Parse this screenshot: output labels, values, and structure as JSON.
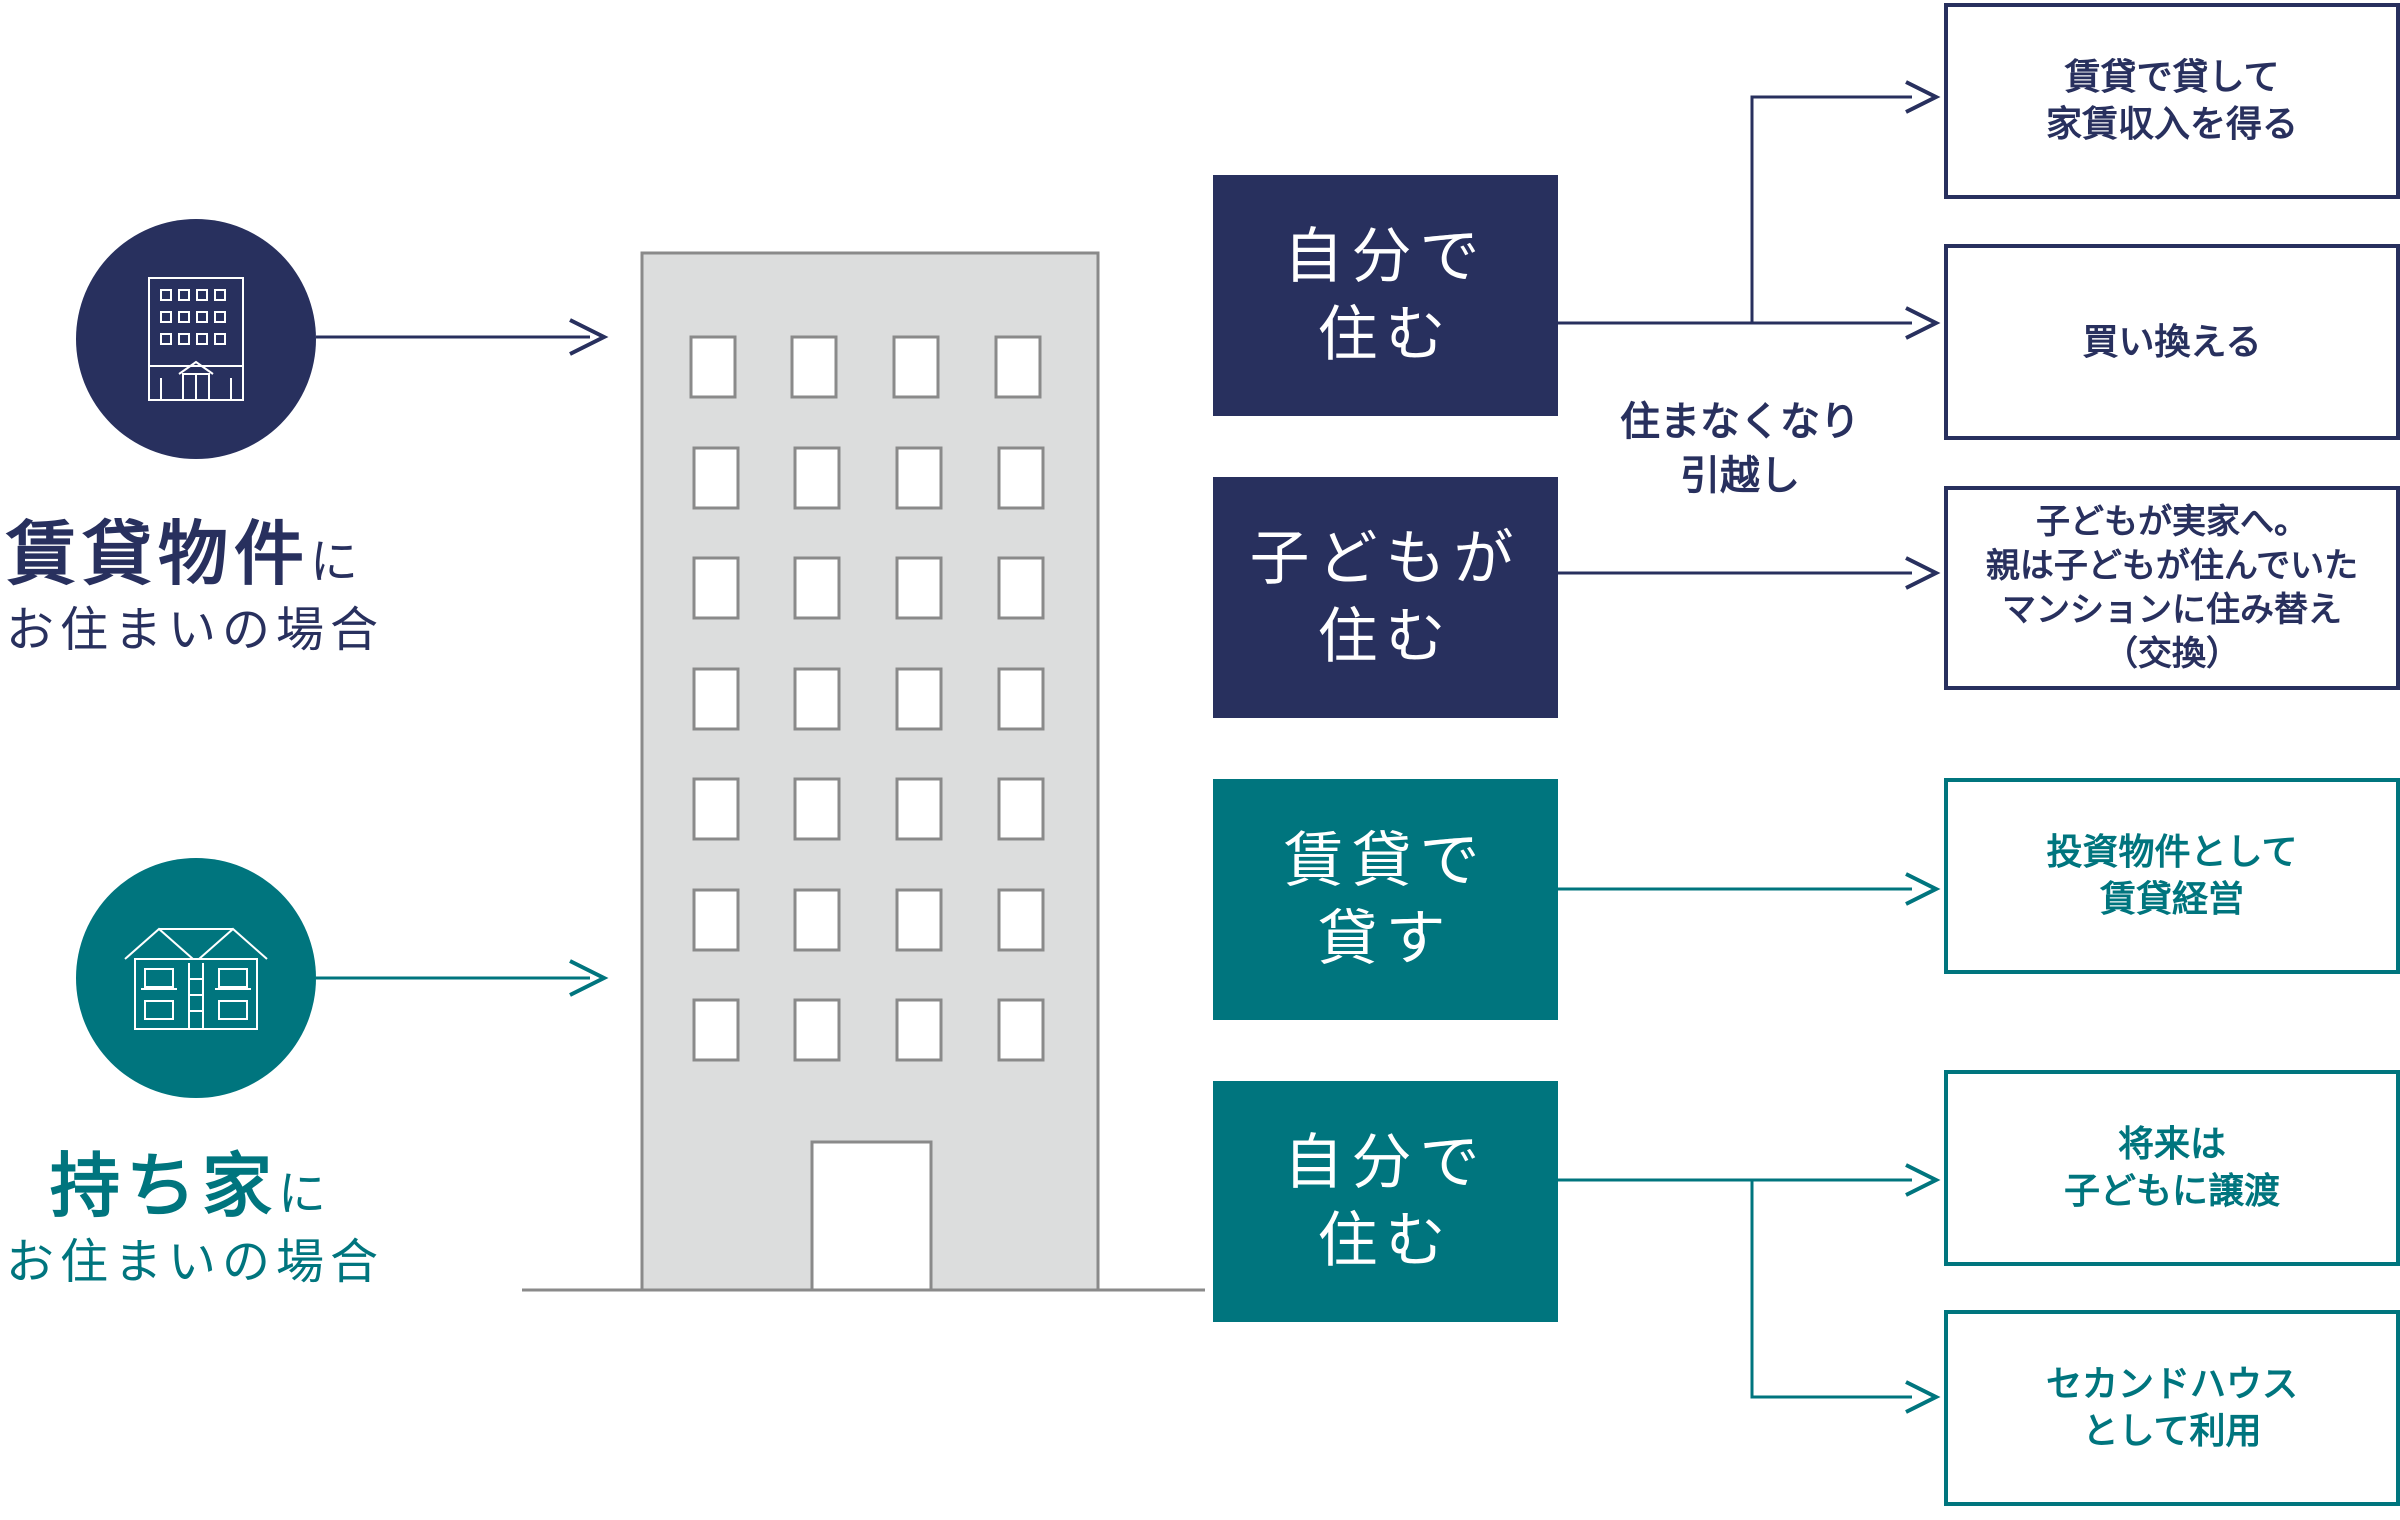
{
  "colors": {
    "navy": "#28305e",
    "teal": "#00757e",
    "building_fill": "#dcdddd",
    "building_stroke": "#8a8a8a"
  },
  "rental_case": {
    "icon": "apartment-building-icon",
    "title_main": "賃貸物件",
    "title_particle": "に",
    "subtitle": "お住まいの場合"
  },
  "owned_case": {
    "icon": "house-icon",
    "title_main": "持ち家",
    "title_particle": "に",
    "subtitle": "お住まいの場合"
  },
  "actions": [
    {
      "line1": "自分で",
      "line2": "住む"
    },
    {
      "line1": "子どもが",
      "line2": "住む"
    },
    {
      "line1": "賃貸で",
      "line2": "貸す"
    },
    {
      "line1": "自分で",
      "line2": "住む"
    }
  ],
  "move_note": {
    "line1": "住まなくなり",
    "line2": "引越し"
  },
  "results": [
    {
      "lines": [
        "賃貸で貸して",
        "家賃収入を得る"
      ]
    },
    {
      "lines": [
        "買い換える"
      ]
    },
    {
      "lines": [
        "子どもが実家へ。",
        "親は子どもが住んでいた",
        "マンションに住み替え",
        "（交換）"
      ]
    },
    {
      "lines": [
        "投資物件として",
        "賃貸経営"
      ]
    },
    {
      "lines": [
        "将来は",
        "子どもに譲渡"
      ]
    },
    {
      "lines": [
        "セカンドハウス",
        "として利用"
      ]
    }
  ]
}
